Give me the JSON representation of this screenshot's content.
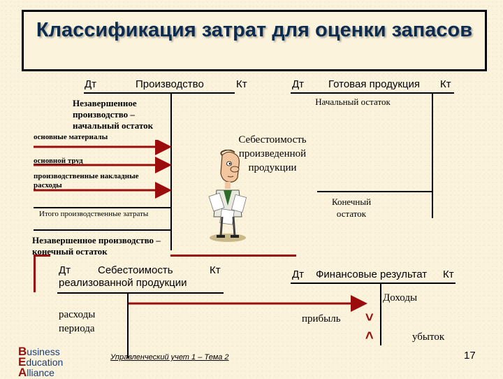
{
  "title": "Классификация затрат для оценки запасов",
  "production_account": {
    "debit": "Дт",
    "name": "Производство",
    "credit": "Кт",
    "opening": "Незавершенное производство – начальный остаток",
    "materials": "основные материалы",
    "labor": "основной труд",
    "overhead": "производственные накладные расходы",
    "total": "Итого производственные затраты",
    "closing": "Незавершенное производство – конечный остаток"
  },
  "finished_goods_account": {
    "debit": "Дт",
    "name": "Готовая продукция",
    "credit": "Кт",
    "opening": "Начальный остаток",
    "cost_produced": "Себестоимость произведенной продукции",
    "closing": "Конечный остаток"
  },
  "cogs_account": {
    "debit": "Дт",
    "name": "Себестоимость",
    "name_line2": "реализованной продукции",
    "credit": "Кт",
    "period_costs": "расходы периода"
  },
  "results_account": {
    "debit": "Дт",
    "name": "Финансовые результат",
    "credit": "Кт",
    "revenue": "Доходы",
    "profit": "прибыль",
    "loss": "убыток",
    "compare_gt": ">",
    "compare_lt": "<"
  },
  "footer": {
    "course": "Управленческий учет 1 – Тема 2",
    "page": "17"
  },
  "logo": {
    "l1": "B",
    "r1": "usiness",
    "l2": "E",
    "r2": "ducation",
    "l3": "A",
    "r3": "lliance"
  },
  "colors": {
    "arrow": "#9b0d0d",
    "title": "#0b2b50",
    "logo_blue": "#1a3c7a"
  },
  "icons": {
    "clipart": "man-with-papers-icon"
  }
}
